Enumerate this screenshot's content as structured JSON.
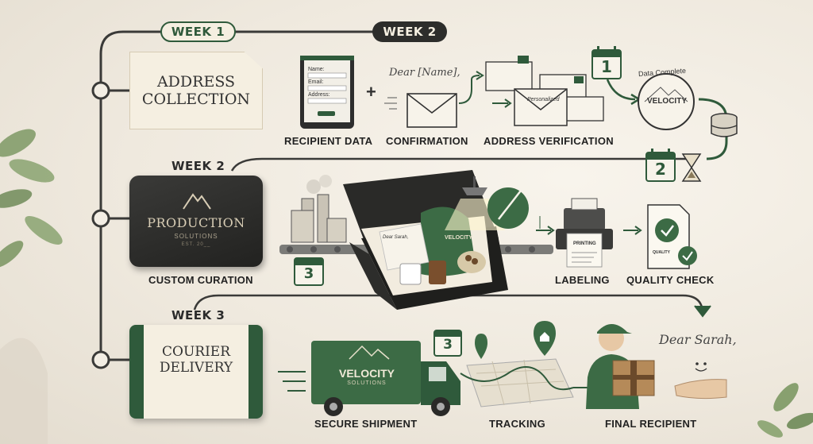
{
  "timeline": {
    "week1_pill": "WEEK 1",
    "week2_pill": "WEEK 2",
    "week2_label": "WEEK 2",
    "week3_label": "WEEK 3"
  },
  "stages": {
    "address": {
      "title": "ADDRESS\nCOLLECTION"
    },
    "production": {
      "title": "PRODUCTION",
      "subtitle": "SOLUTIONS",
      "est": "EST. 20__",
      "caption": "CUSTOM CURATION"
    },
    "courier": {
      "title": "COURIER\nDELIVERY"
    }
  },
  "steps": {
    "recipient_data": "RECIPIENT DATA",
    "confirmation": "CONFIRMATION",
    "address_verification": "ADDRESS VERIFICATION",
    "labeling": "LABELING",
    "quality_check": "QUALITY CHECK",
    "secure_shipment": "SECURE SHIPMENT",
    "tracking": "TRACKING",
    "final_recipient": "FINAL RECIPIENT"
  },
  "form": {
    "name": "Name:",
    "email": "Email:",
    "address": "Address:"
  },
  "texts": {
    "dear_name": "Dear [Name],",
    "dear_sarah": "Dear Sarah,",
    "data_complete": "Data Complete",
    "velocity": "VELOCITY",
    "velocity_solutions": "SOLUTIONS",
    "printing": "PRINTING",
    "quality": "QUALITY",
    "personalized": "Personalized",
    "dear_card": "Dear Sarah,",
    "plus": "+"
  },
  "calendars": {
    "cal1": "1",
    "cal2": "2",
    "cal3a": "3",
    "cal3b": "3"
  },
  "colors": {
    "accent_green": "#2f5a3b",
    "dark_card": "#2a2a28",
    "paper": "#f5efe1",
    "line": "#3a3a38"
  }
}
